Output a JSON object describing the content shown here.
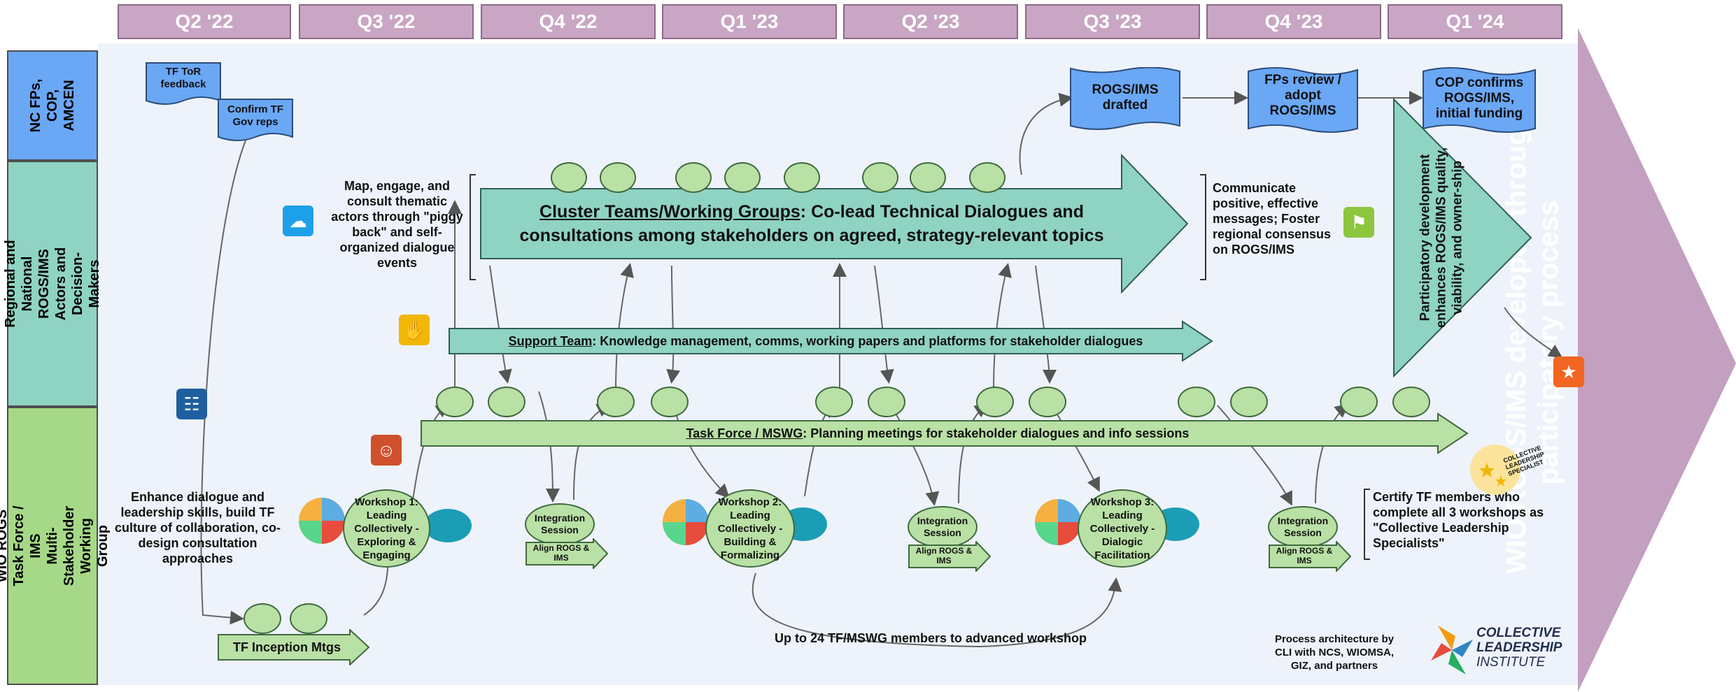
{
  "quarters": [
    "Q2 '22",
    "Q3 '22",
    "Q4 '22",
    "Q1 '23",
    "Q2 '23",
    "Q3 '23",
    "Q4 '23",
    "Q1 '24"
  ],
  "lanes": {
    "top": "NC FPs,\nCOP,\nAMCEN",
    "middle": "Regional and National\nROGS/IMS Actors and\nDecision-Makers",
    "bottom": "WIO ROGS Task Force / IMS\nMulti-Stakeholder Working Group"
  },
  "flags": {
    "tor": "TF ToR feedback",
    "gov": "Confirm TF Gov reps",
    "drafted": "ROGS/IMS drafted",
    "review": "FPs review / adopt ROGS/IMS",
    "cop": "COP confirms ROGS/IMS, initial funding"
  },
  "cluster": {
    "title": "Cluster Teams/Working Groups",
    "rest": ": Co-lead Technical Dialogues and consultations among stakeholders on agreed, strategy-relevant topics"
  },
  "support": {
    "title": "Support Team",
    "rest": ": Knowledge management, comms, working papers and platforms for stakeholder dialogues"
  },
  "taskforce": {
    "title": "Task Force / MSWG",
    "rest": ": Planning meetings for stakeholder dialogues and info sessions"
  },
  "notes": {
    "map": "Map, engage, and consult thematic actors through \"piggy back\" and self-organized dialogue events",
    "communicate": "Communicate positive, effective messages; Foster regional consensus on ROGS/IMS",
    "enhance": "Enhance dialogue and leadership skills, build TF culture of collaboration, co-design consultation approaches",
    "certify": "Certify TF members who complete all 3 workshops as \"Collective Leadership Specialists\"",
    "upto": "Up to 24 TF/MSWG members to advanced workshop",
    "process": "Process architecture by CLI with NCS, WIOMSA, GIZ, and partners"
  },
  "workshops": {
    "w1": "Workshop 1: Leading Collectively - Exploring & Engaging",
    "w2": "Workshop 2: Leading Collectively - Building & Formalizing",
    "w3": "Workshop 3: Leading Collectively - Dialogic Facilitation"
  },
  "integration": {
    "session": "Integration Session",
    "align": "Align ROGS & IMS"
  },
  "inception": "TF Inception Mtgs",
  "triangle": "Participatory development enhances ROGS/IMS quality, viability, and owner-ship",
  "big_arrow": "WIO ROGS/IMS developed through participatory process",
  "badge": "COLLECTIVE LEADERSHIP SPECIALIST",
  "logo": {
    "line1": "COLLECTIVE",
    "line2": "LEADERSHIP",
    "line3": "INSTITUTE"
  },
  "colors": {
    "lane_blue": "#6aa7f5",
    "lane_teal": "#8fd3c3",
    "lane_green": "#a6d987",
    "quarter": "#c9a6c3",
    "arrow": "#c39fc0"
  }
}
